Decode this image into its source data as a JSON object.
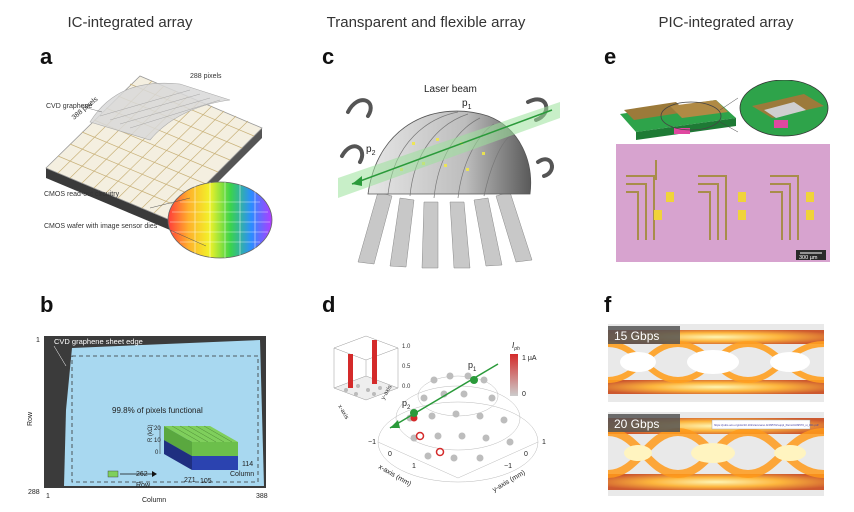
{
  "columns": {
    "left": "IC-integrated array",
    "middle": "Transparent and flexible array",
    "right": "PIC-integrated array"
  },
  "panel_letters": {
    "a": "a",
    "b": "b",
    "c": "c",
    "d": "d",
    "e": "e",
    "f": "f"
  },
  "panel_a": {
    "cvd_graphene": "CVD graphene",
    "pixels_top": "288 pixels",
    "pixels_side": "388 pixels",
    "readout": "CMOS read-out circuitry",
    "wafer": "CMOS wafer with image sensor dies"
  },
  "panel_b": {
    "edge_label": "CVD graphene sheet edge",
    "functional": "99.8% of pixels functional",
    "row_axis": "Row",
    "column_axis": "Column",
    "row_min": "1",
    "row_max": "288",
    "col_min": "1",
    "col_max": "388",
    "inset_r_axis": "R (kΩ)",
    "inset_z20": "20",
    "inset_z10": "10",
    "inset_z0": "0",
    "inset_row": "Row",
    "inset_column": "Column",
    "inset_262": "262",
    "inset_271": "271",
    "inset_105": "105",
    "inset_114": "114"
  },
  "panel_c": {
    "laser": "Laser beam",
    "p1": "p",
    "p1_sub": "1",
    "p2": "p",
    "p2_sub": "2"
  },
  "panel_d": {
    "p1": "p",
    "p1_sub": "1",
    "p2": "p",
    "p2_sub": "2",
    "iph": "I",
    "iph_sub": "ph",
    "one_ua": "1 µA",
    "zero": "0",
    "x_axis": "x-axis (mm)",
    "y_axis": "y-axis (mm)",
    "inset_x": "x-axis",
    "inset_y": "y-axis",
    "inset_10": "1.0",
    "inset_05": "0.5",
    "inset_00": "0.0",
    "tick_m1": "−1",
    "tick_0": "0",
    "tick_1": "1"
  },
  "panel_e": {
    "scale_bar": "300 µm"
  },
  "panel_f": {
    "top_label": "15 Gbps",
    "bottom_label": "20 Gbps",
    "url_note": "https://pubs.acs.org/doi/10.1021/acsnano.0c09570/suppl_file/nn0c09570_si_001.pdf"
  }
}
